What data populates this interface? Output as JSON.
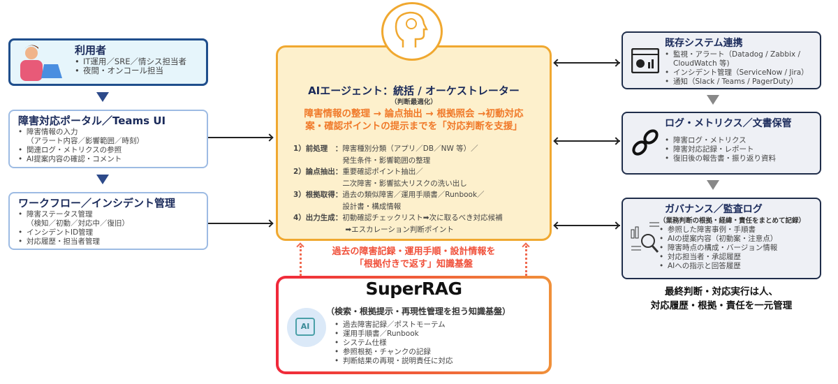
{
  "users": {
    "title": "利用者",
    "items": [
      "IT運用／SRE／情シス担当者",
      "夜間・オンコール担当"
    ]
  },
  "portal": {
    "title": "障害対応ポータル／Teams UI",
    "items": [
      "障害情報の入力",
      "（アラート内容／影響範囲／時刻）",
      "関連ログ・メトリクスの参照",
      "AI提案内容の確認・コメント"
    ]
  },
  "workflow": {
    "title": "ワークフロー／インシデント管理",
    "items": [
      "障害ステータス管理",
      "（検知／初動／対応中／復旧）",
      "インシデントID管理",
      "対応履歴・担当者管理"
    ]
  },
  "agent": {
    "title": "AIエージェント：統括 / オーケストレーター",
    "subtitle": "（判断最適化）",
    "lead": [
      "障害情報の整理 → 論点抽出 → 根拠照会 →初動対応",
      "案・確認ポイントの提示までを「対応判断を支援」"
    ],
    "steps": [
      {
        "label": "1）前処理　：",
        "lines": [
          "障害種別分類（アプリ／DB／NW 等）／",
          "発生条件・影響範囲の整理"
        ]
      },
      {
        "label": "2）論点抽出：",
        "lines": [
          "重要確認ポイント抽出／",
          "二次障害・影響拡大リスクの洗い出し"
        ]
      },
      {
        "label": "3）根拠取得：",
        "lines": [
          "過去の類似障害／運用手順書／Runbook／",
          "設計書・構成情報"
        ]
      },
      {
        "label": "4）出力生成：",
        "lines": [
          "初動確認チェックリスト➡次に取るべき対応候補",
          "➡エスカレーション判断ポイント"
        ]
      }
    ]
  },
  "knowledge_caption": [
    "過去の障害記録・運用手順・設計情報を",
    "「根拠付きで返す」知識基盤"
  ],
  "superrag": {
    "title": "SuperRAG",
    "subtitle": "（検索・根拠提示・再現性管理を担う知識基盤）",
    "icon_text": "AI",
    "items": [
      "過去障害記録／ポストモーテム",
      "運用手順書／Runbook",
      "システム仕様",
      "参照根拠・チャンクの記録",
      "判断結果の再現・説明責任に対応"
    ]
  },
  "existing": {
    "title": "既存システム連携",
    "items": [
      "監視・アラート（Datadog / Zabbix /",
      "CloudWatch 等)",
      "インシデント管理（ServiceNow / Jira）",
      "通知（Slack / Teams / PagerDuty）"
    ]
  },
  "logs": {
    "title": "ログ・メトリクス／文書保管",
    "items": [
      "障害ログ・メトリクス",
      "障害対応記録・レポート",
      "復旧後の報告書・振り返り資料"
    ]
  },
  "governance": {
    "title": "ガバナンス／監査ログ",
    "note": "（業務判断の根拠・経緯・責任をまとめて記録）",
    "items": [
      "参照した障害事例・手順書",
      "AIの提案内容（初動案・注意点）",
      "障害時点の構成・バージョン情報",
      "対応担当者・承認履歴",
      "AIへの指示と回答履歴"
    ]
  },
  "footer": [
    "最終判断・対応実行は人、",
    "対応履歴・根拠・責任を一元管理"
  ],
  "colors": {
    "navy": "#1a2a5a",
    "orange": "#f07a2a",
    "agent_bg": "#fdf0cc",
    "agent_border": "#f0a830",
    "red": "#f0413a"
  }
}
